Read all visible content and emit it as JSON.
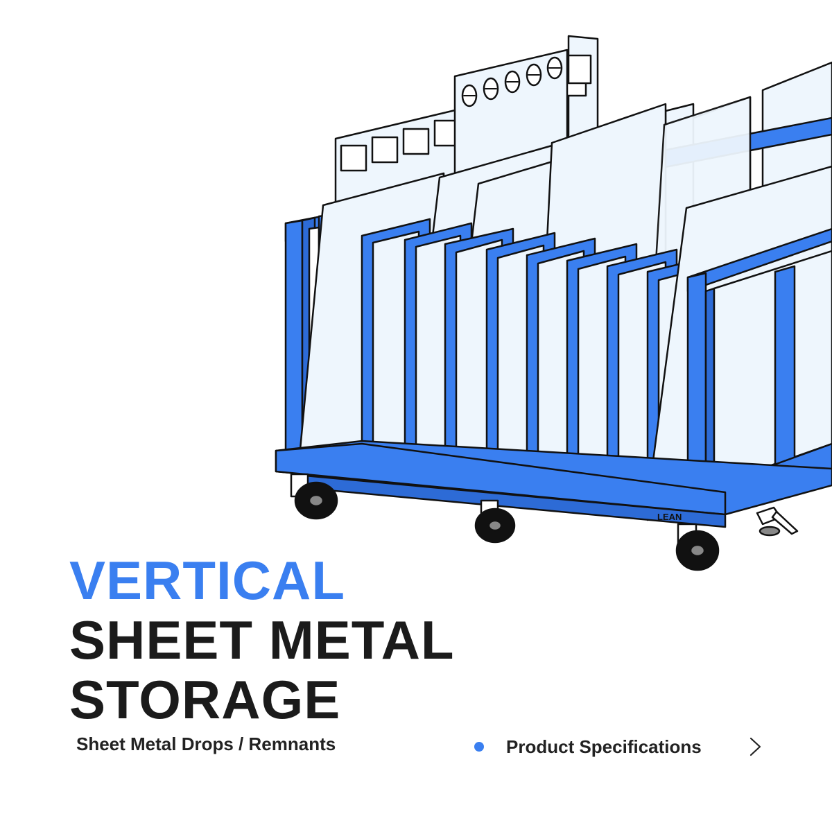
{
  "brand": {
    "accent_color": "#3a7ff0",
    "frame_color": "#3a7ff0",
    "sheet_color": "#eef6fd",
    "logo_text": "LEAN"
  },
  "hero": {
    "title_accent": "VERTICAL",
    "title_line2": "SHEET METAL",
    "title_line3": "STORAGE",
    "subtitle": "Sheet Metal Drops / Remnants"
  },
  "actions": {
    "specs_label": "Product Specifications",
    "specs_icon": "chevron-right-icon",
    "bullet_icon": "dot-icon"
  },
  "illustration": {
    "subject": "sheet-metal-cart-icon"
  }
}
